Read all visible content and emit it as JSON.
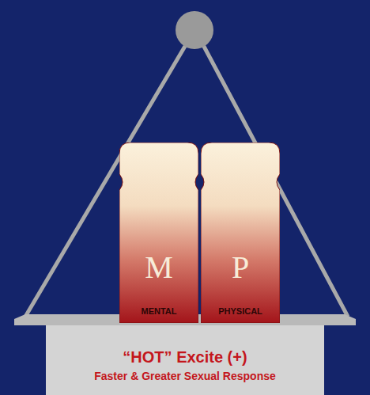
{
  "diagram": {
    "nodes": [
      {
        "text": [
          "M",
          "MENTAL"
        ]
      },
      {
        "text": [
          "P",
          "PHYSICAL"
        ]
      },
      {
        "text": [
          "“HOT” Excite (+)",
          "Faster & Greater Sexual Response"
        ]
      }
    ]
  }
}
